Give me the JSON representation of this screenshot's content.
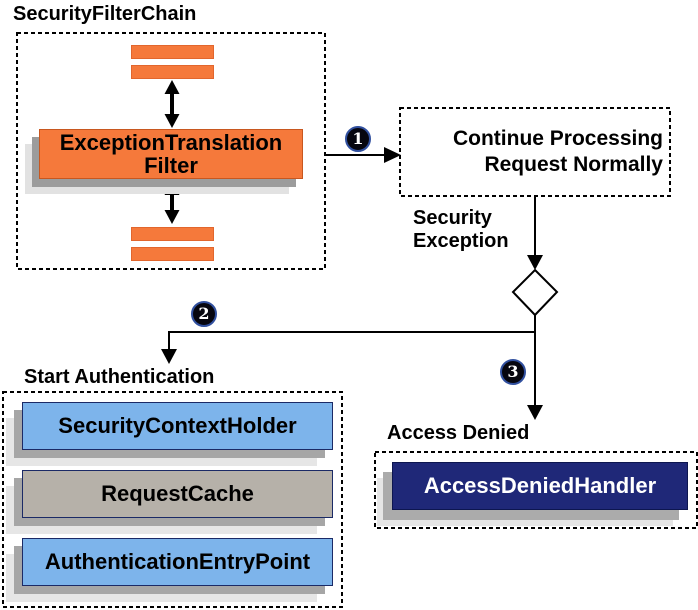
{
  "security_filter_chain": {
    "title": "SecurityFilterChain",
    "filter": {
      "line1": "ExceptionTranslation",
      "line2": "Filter"
    }
  },
  "continue_processing": {
    "line1": "Continue Processing",
    "line2": "Request Normally"
  },
  "security_exception": {
    "line1": "Security",
    "line2": "Exception"
  },
  "steps": {
    "step1": "1",
    "step2": "2",
    "step3": "3"
  },
  "start_authentication": {
    "title": "Start Authentication",
    "boxes": [
      {
        "label": "SecurityContextHolder",
        "color": "#7DB4EB"
      },
      {
        "label": "RequestCache",
        "color": "#B6B1A9"
      },
      {
        "label": "AuthenticationEntryPoint",
        "color": "#7DB4EB"
      }
    ]
  },
  "access_denied": {
    "title": "Access Denied",
    "handler": "AccessDeniedHandler"
  },
  "colors": {
    "orange": "#F5793B",
    "blue": "#7DB4EB",
    "gray": "#B6B1A9",
    "navy": "#1F2878",
    "badge_background": "#06060F",
    "shadow": "#A6A6A6"
  }
}
